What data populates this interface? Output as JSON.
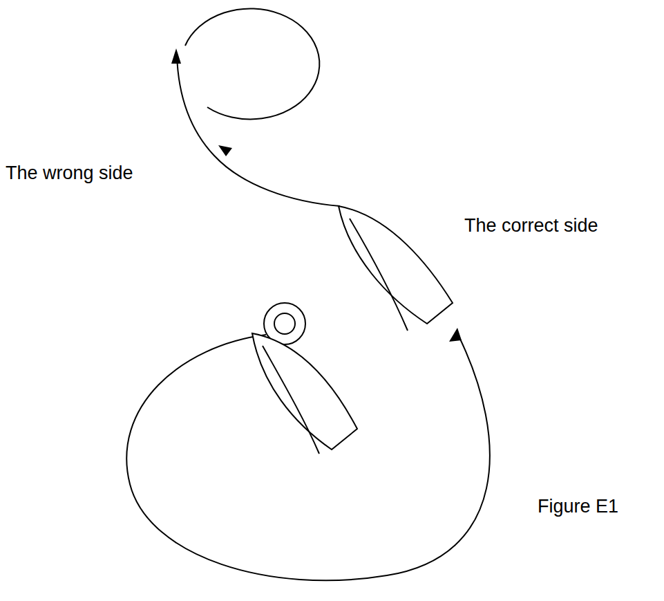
{
  "diagram": {
    "caption": "Figure E1",
    "labels": [
      "The correct side",
      "The wrong side"
    ]
  }
}
